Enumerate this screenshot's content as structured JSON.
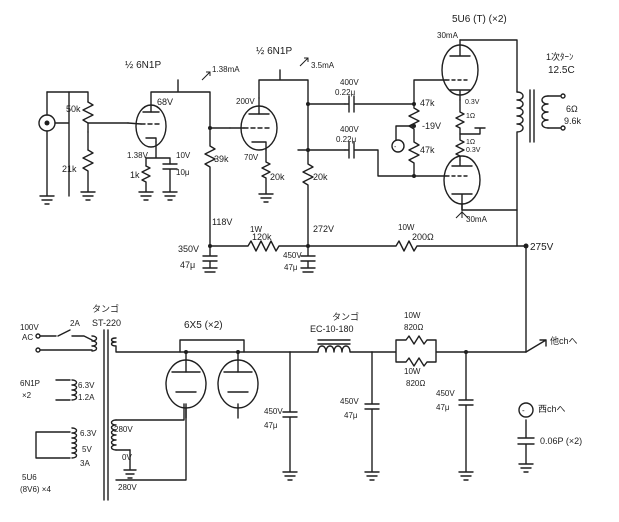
{
  "labels": {
    "tube1": "½ 6N1P",
    "tube2": "½ 6N1P",
    "tube3": "5U6 (T) (×2)",
    "rect_tube": "6X5 (×2)",
    "i1": "1.38mA",
    "i2": "3.5mA",
    "i3": "30mA",
    "i4": "30mA",
    "v68": "68V",
    "v1_38": "1.38V",
    "r_in1": "50k",
    "r_in2": "21k",
    "rk1": "1k",
    "ck1a": "10V",
    "ck1b": "10μ",
    "v200": "200V",
    "v70": "70V",
    "rp1": "39k",
    "rk2": "20k",
    "r20k2": "20k",
    "c1a": "400V",
    "c1b": "0.22μ",
    "c2a": "400V",
    "c2b": "0.22μ",
    "rg1": "47k",
    "rg2": "47k",
    "bias": "-19V",
    "v03a": "0.3V",
    "rk3a": "1Ω",
    "rk3b": "1Ω",
    "v03b": "0.3V",
    "v118": "118V",
    "v350": "350V",
    "c47a": "47μ",
    "r1w": "1W",
    "r120k": "120k",
    "v450a": "450V",
    "c47b": "47μ",
    "v272": "272V",
    "r10w": "10W",
    "r200": "200Ω",
    "v275": "275V",
    "ot1": "1次ﾀｰﾝ",
    "ot2": "12.5C",
    "ot3": "6Ω",
    "ot4": "9.6k",
    "pt_maker": "タンゴ",
    "pt_model": "ST-220",
    "ac": "100V",
    "ac2": "AC",
    "fuse": "2A",
    "h1": "6N1P",
    "h2": "×2",
    "h3": "6.3V",
    "h4": "1.2A",
    "h5": "6.3V",
    "h6": "5V",
    "h7": "3A",
    "h8": "5U6",
    "h9": "(8V6) ×4",
    "s280a": "280V",
    "s0v": "0V",
    "s280b": "280V",
    "ch_maker": "タンゴ",
    "ch_model": "EC-10-180",
    "cf1a": "450V",
    "cf1b": "47μ",
    "cf2a": "450V",
    "cf2b": "47μ",
    "cf3a": "450V",
    "cf3b": "47μ",
    "rd1": "10W",
    "rd2": "820Ω",
    "rd3": "10W",
    "rd4": "820Ω",
    "to_other": "他chへ",
    "to_west": "西chへ",
    "c006": "0.06P (×2)"
  }
}
